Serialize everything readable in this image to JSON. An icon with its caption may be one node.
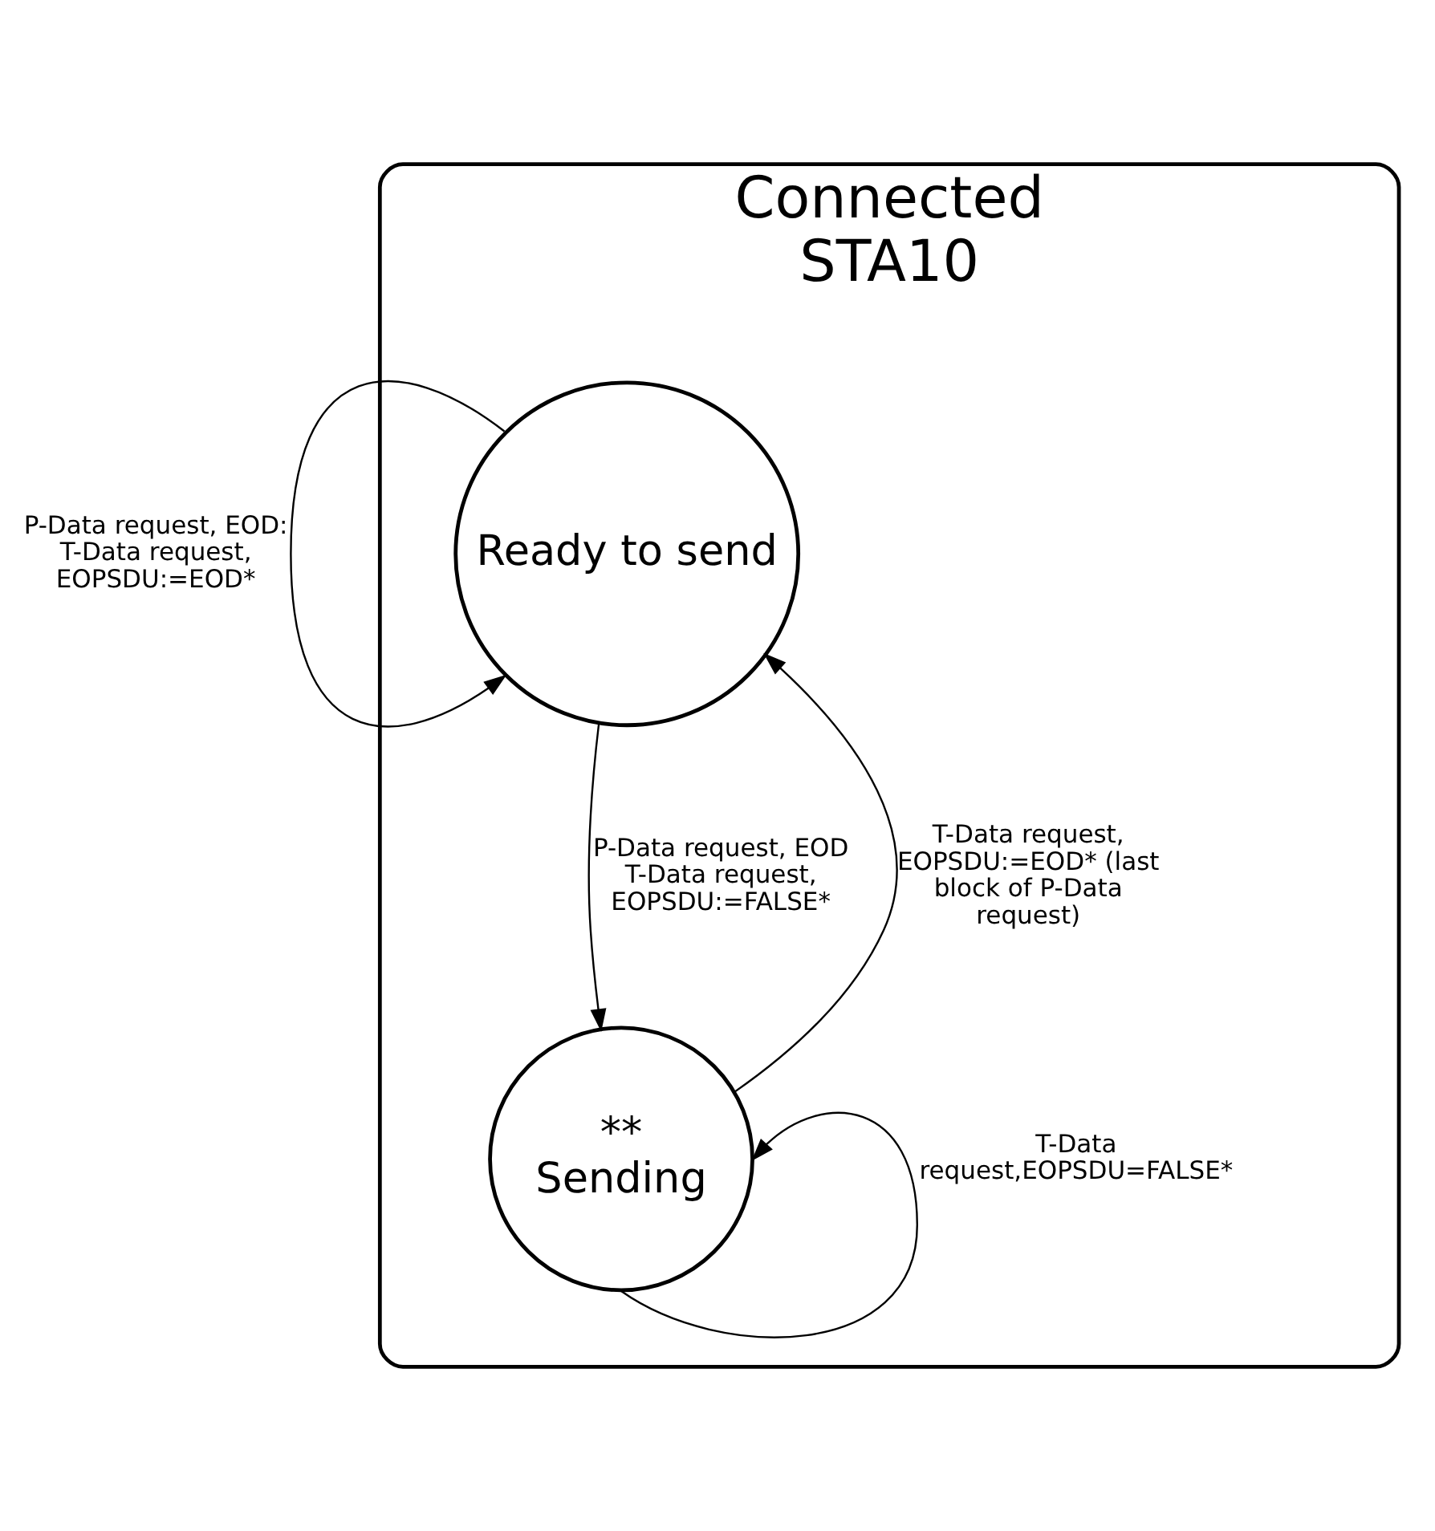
{
  "diagram": {
    "nodes": [
      {
        "text": [
          "Connected STA10"
        ]
      },
      {
        "text": [
          "Ready to send"
        ],
        "in": 0
      },
      {
        "text": [
          "**",
          "Sending"
        ],
        "in": 0
      }
    ],
    "edges": [
      {
        "from": 1,
        "to": 1,
        "arrow": "to",
        "label": "P-Data request, EOD: T-Data request, EOPSDU:=EOD*"
      },
      {
        "from": 1,
        "to": 2,
        "arrow": "to",
        "label": "P-Data request, EOD T-Data request, EOPSDU:=FALSE*"
      },
      {
        "from": 2,
        "to": 1,
        "arrow": "to",
        "label": "T-Data request, EOPSDU:=EOD* (last block of P-Data request)"
      },
      {
        "from": 2,
        "to": 2,
        "arrow": "to",
        "label": "T-Data request,EOPSDU=FALSE*"
      }
    ]
  }
}
